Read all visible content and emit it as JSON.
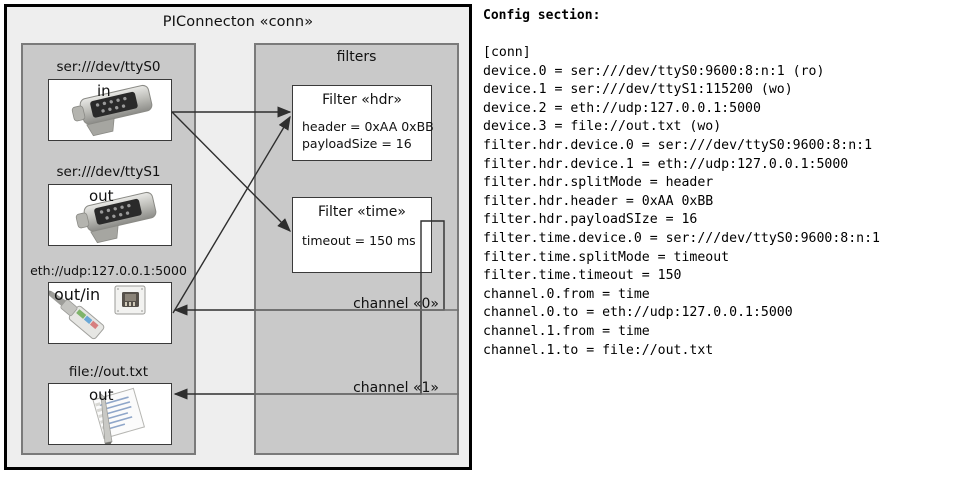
{
  "diagram": {
    "title": "PIConnecton «conn»",
    "devices_panel": {
      "name": "devices-panel",
      "items": [
        {
          "label": "ser:///dev/ttyS0",
          "tag": "in",
          "icon": "serial-port-icon"
        },
        {
          "label": "ser:///dev/ttyS1",
          "tag": "out",
          "icon": "serial-port-icon"
        },
        {
          "label": "eth://udp:127.0.0.1:5000",
          "tag": "out/in",
          "icon": "ethernet-plug-icon"
        },
        {
          "label": "file://out.txt",
          "tag": "out",
          "icon": "text-file-icon"
        }
      ]
    },
    "filters_panel": {
      "title": "filters",
      "filters": [
        {
          "name": "Filter «hdr»",
          "attrs": [
            "header = 0xAA 0xBB",
            "payloadSize = 16"
          ]
        },
        {
          "name": "Filter «time»",
          "attrs": [
            "timeout = 150 ms"
          ]
        }
      ],
      "channels": [
        "channel «0»",
        "channel «1»"
      ]
    }
  },
  "config": {
    "heading": "Config section:",
    "lines": [
      "[conn]",
      "device.0 = ser:///dev/ttyS0:9600:8:n:1 (ro)",
      "device.1 = ser:///dev/ttyS1:115200 (wo)",
      "device.2 = eth://udp:127.0.0.1:5000",
      "device.3 = file://out.txt (wo)",
      "filter.hdr.device.0 = ser:///dev/ttyS0:9600:8:n:1",
      "filter.hdr.device.1 = eth://udp:127.0.0.1:5000",
      "filter.hdr.splitMode = header",
      "filter.hdr.header = 0xAA 0xBB",
      "filter.hdr.payloadSIze = 16",
      "filter.time.device.0 = ser:///dev/ttyS0:9600:8:n:1",
      "filter.time.splitMode = timeout",
      "filter.time.timeout = 150",
      "channel.0.from = time",
      "channel.0.to = eth://udp:127.0.0.1:5000",
      "channel.1.from = time",
      "channel.1.to = file://out.txt"
    ]
  },
  "colors": {
    "page_bg": "#ffffff",
    "outer_bg": "#eeeeee",
    "panel_bg": "#c9c9c9",
    "panel_border": "#7a7a7a",
    "box_bg": "#ffffff",
    "box_border": "#3a3a3a",
    "line": "#333333",
    "text": "#111111"
  }
}
